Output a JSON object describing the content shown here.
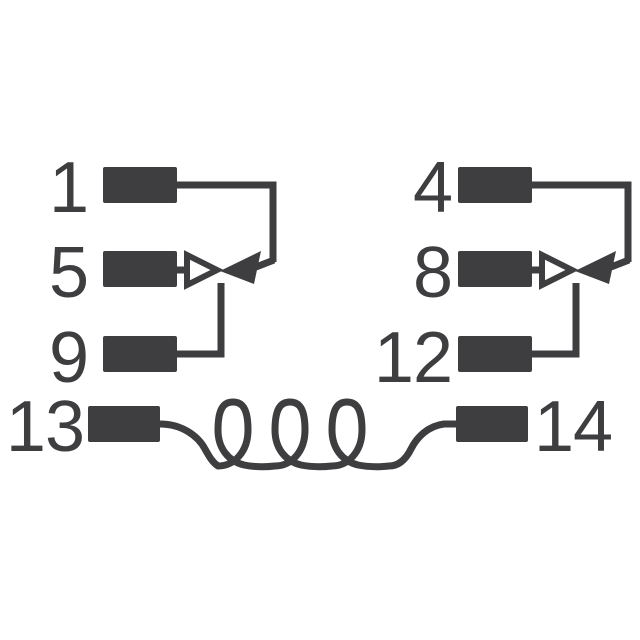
{
  "diagram": {
    "type": "relay-pinout-schematic",
    "description": "DPDT relay schematic: two changeover contact poles and one coil",
    "colors": {
      "ink": "#3e3e40",
      "background": "#ffffff"
    },
    "pins": {
      "p1": "1",
      "p4": "4",
      "p5": "5",
      "p8": "8",
      "p9": "9",
      "p12": "12",
      "p13": "13",
      "p14": "14"
    }
  }
}
